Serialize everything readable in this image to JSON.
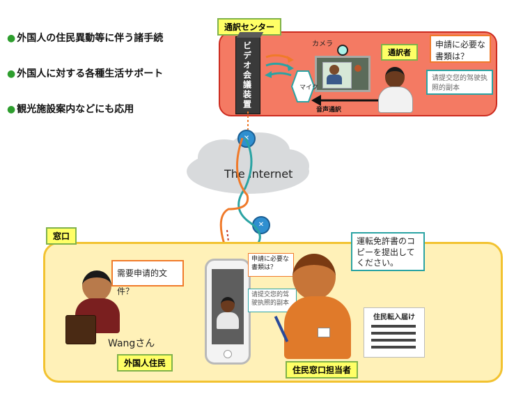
{
  "bullets": [
    "外国人の住民異動等に伴う諸手続",
    "外国人に対する各種生活サポート",
    "観光施設案内などにも応用"
  ],
  "center": {
    "label": "通訳センター",
    "device": "ビデオ会議装置",
    "camera": "カメラ",
    "mic": "マイク",
    "voice": "音声通訳",
    "interpreter": "通訳者",
    "bubble_jp": "申請に必要な書類は？",
    "bubble_cn": "请提交您的驾驶执照的副本"
  },
  "network": {
    "internet": "The Internet"
  },
  "window": {
    "label": "窓口",
    "foreigner_name": "Wangさん",
    "foreigner_bubble": "需要申请的文件？",
    "foreigner_label": "外国人住民",
    "tablet_bubble_jp": "申請に必要な書類は？",
    "tablet_bubble_cn": "请提交您的驾驶执照的副本",
    "clerk_bubble": "運転免許書のコピーを提出してください。",
    "clerk_label": "住民窓口担当者",
    "form_title": "住民転入届け"
  },
  "colors": {
    "center_bg": "#f47a63",
    "window_bg": "#fff1b8",
    "accent_green": "#7fb24a",
    "teal": "#2aa3a3",
    "orange_line": "#f07a2a"
  }
}
